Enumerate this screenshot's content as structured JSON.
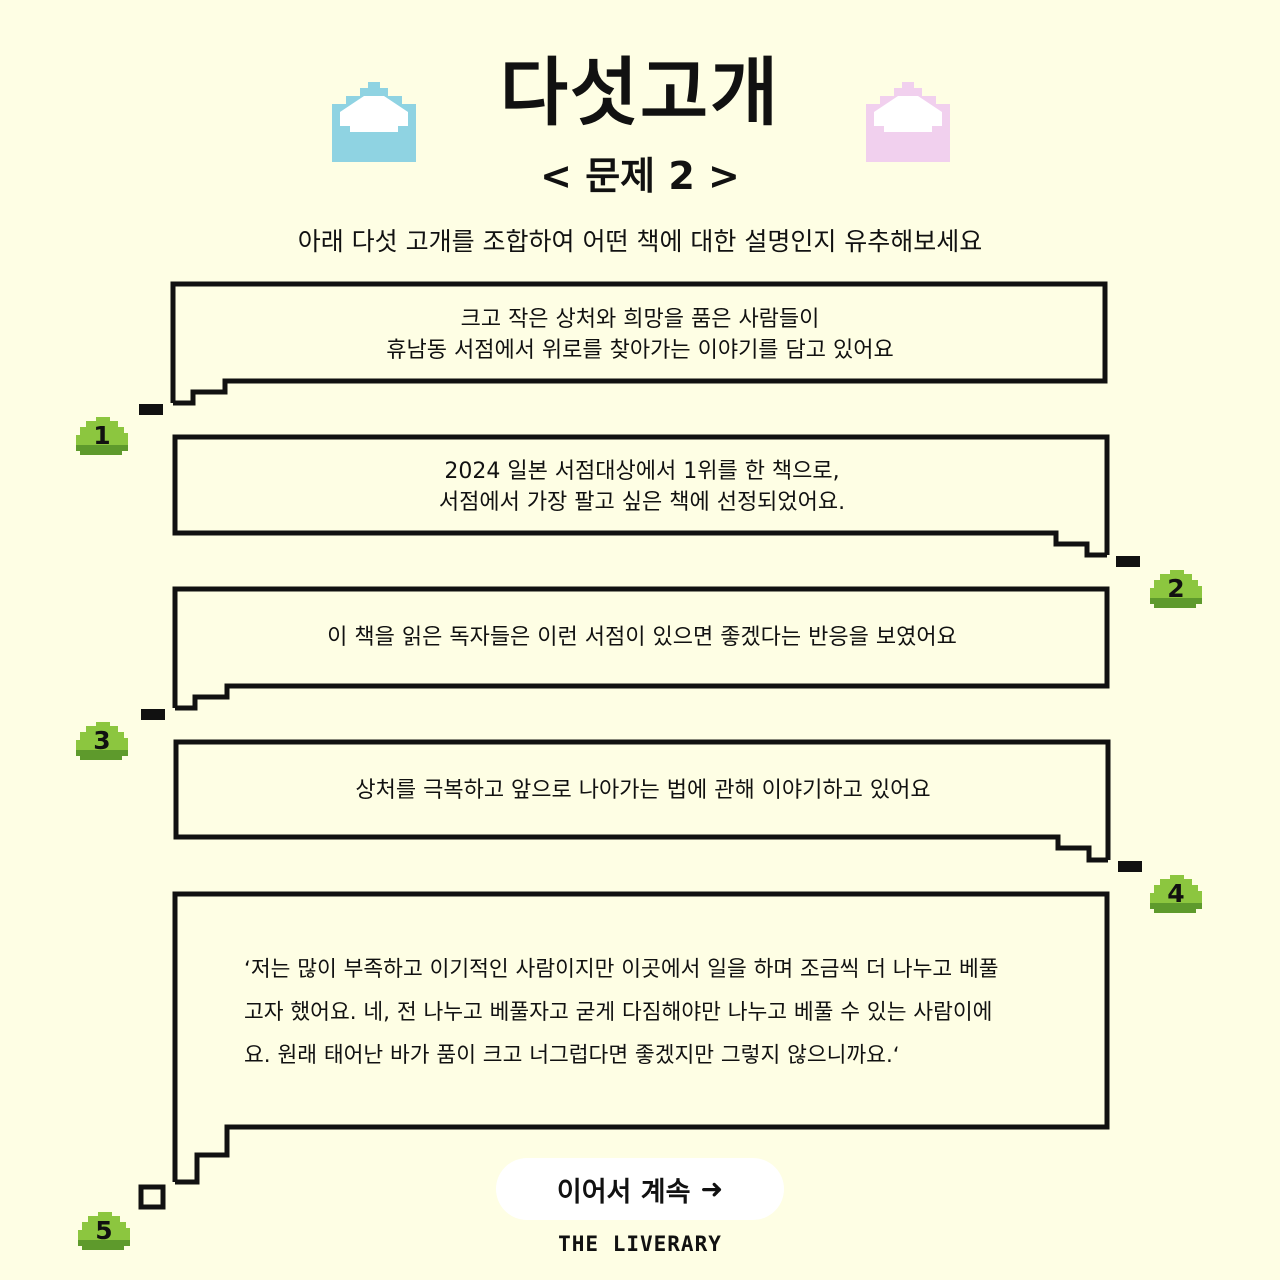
{
  "header": {
    "title": "다섯고개",
    "subtitle": "< 문제 2 >",
    "instruction": "아래 다섯 고개를 조합하여 어떤 책에 대한 설명인지 유추해보세요"
  },
  "hints": [
    {
      "number": "1",
      "lines": [
        "크고 작은 상처와 희망을 품은 사람들이",
        "휴남동 서점에서 위로를 찾아가는 이야기를 담고 있어요"
      ]
    },
    {
      "number": "2",
      "lines": [
        "2024 일본 서점대상에서 1위를 한 책으로,",
        "서점에서 가장 팔고 싶은 책에 선정되었어요."
      ]
    },
    {
      "number": "3",
      "lines": [
        "이 책을 읽은 독자들은 이런 서점이 있으면 좋겠다는 반응을 보였어요"
      ]
    },
    {
      "number": "4",
      "lines": [
        "상처를 극복하고 앞으로 나아가는 법에 관해 이야기하고 있어요"
      ]
    },
    {
      "number": "5",
      "lines": [
        "‘저는 많이 부족하고 이기적인 사람이지만 이곳에서 일을 하며 조금씩 더 나누고 베풀",
        "고자 했어요. 네, 전 나누고 베풀자고 굳게 다짐해야만 나누고 베풀 수 있는 사람이에",
        "요. 원래 태어난 바가 품이 크고 너그럽다면 좋겠지만 그렇지 않으니까요.‘"
      ]
    }
  ],
  "cta": {
    "label": "이어서 계속",
    "arrow": "➜"
  },
  "brand": "THE LIVERARY",
  "icons": {
    "left_envelope": "envelope-blue-icon",
    "right_envelope": "envelope-pink-icon",
    "hint_marker": "bush-icon"
  },
  "colors": {
    "background": "#FEFEE4",
    "envelope_blue": "#8FD3E2",
    "envelope_pink": "#F1D0EE",
    "bush_green": "#8CC63F",
    "bush_dark": "#5E9A2C",
    "cta_background": "#FFFFFF"
  }
}
